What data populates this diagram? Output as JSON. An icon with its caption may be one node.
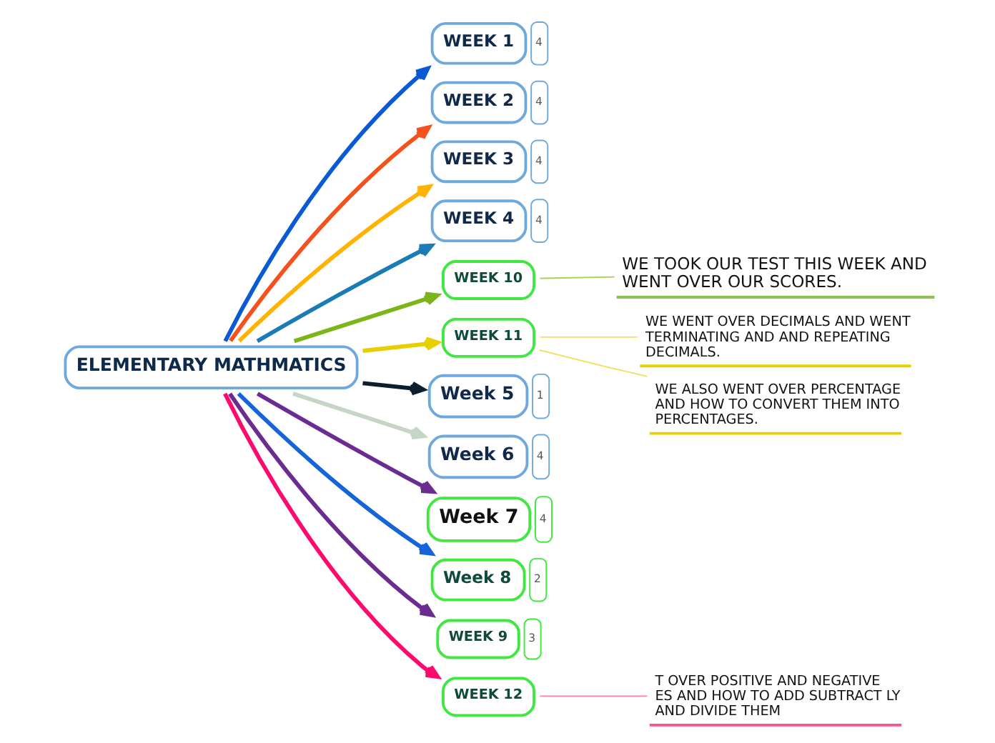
{
  "diagram": {
    "nodes": [
      {
        "text": [
          "ELEMENTARY MATHMATICS"
        ]
      },
      {
        "text": [
          "WEEK 1"
        ],
        "beside": [
          "4"
        ]
      },
      {
        "text": [
          "WEEK 2"
        ],
        "beside": [
          "4"
        ]
      },
      {
        "text": [
          "WEEK 3"
        ],
        "beside": [
          "4"
        ]
      },
      {
        "text": [
          "WEEK 4"
        ],
        "beside": [
          "4"
        ]
      },
      {
        "text": [
          "WEEK 10"
        ]
      },
      {
        "text": [
          "WE TOOK OUR TEST THIS WEEK AND WENT OVER OUR SCORES."
        ]
      },
      {
        "text": [
          "WEEK 11"
        ]
      },
      {
        "text": [
          "WE WENT OVER DECIMALS AND WENT TERMINATING AND AND REPEATING DECIMALS."
        ]
      },
      {
        "text": [
          "WE ALSO WENT OVER PERCENTAGE AND HOW TO CONVERT THEM INTO PERCENTAGES."
        ]
      },
      {
        "text": [
          "Week 5"
        ],
        "beside": [
          "1"
        ]
      },
      {
        "text": [
          "Week 6"
        ],
        "beside": [
          "4"
        ]
      },
      {
        "text": [
          "Week 7"
        ],
        "beside": [
          "4"
        ]
      },
      {
        "text": [
          "Week 8"
        ],
        "beside": [
          "2"
        ]
      },
      {
        "text": [
          "WEEK 9"
        ],
        "beside": [
          "3"
        ]
      },
      {
        "text": [
          "WEEK 12"
        ]
      },
      {
        "text": [
          "T OVER POSITIVE AND NEGATIVE ES AND HOW TO ADD SUBTRACT LY AND DIVIDE THEM"
        ]
      }
    ],
    "edges": [
      {
        "from": 0,
        "to": 1,
        "arrow": "to",
        "color": "#0a5ad6"
      },
      {
        "from": 0,
        "to": 2,
        "arrow": "to",
        "color": "#f4511e"
      },
      {
        "from": 0,
        "to": 3,
        "arrow": "to",
        "color": "#ffb300"
      },
      {
        "from": 0,
        "to": 4,
        "arrow": "to",
        "color": "#1a7bb5"
      },
      {
        "from": 0,
        "to": 5,
        "arrow": "to",
        "color": "#7cb518"
      },
      {
        "from": 5,
        "to": 6,
        "arrow": "none",
        "color": "#a6d34a"
      },
      {
        "from": 0,
        "to": 7,
        "arrow": "to",
        "color": "#e6d000"
      },
      {
        "from": 7,
        "to": 8,
        "arrow": "none",
        "color": "#f0e060"
      },
      {
        "from": 7,
        "to": 9,
        "arrow": "none",
        "color": "#f0e060"
      },
      {
        "from": 0,
        "to": 10,
        "arrow": "to",
        "color": "#0d1f2d"
      },
      {
        "from": 0,
        "to": 11,
        "arrow": "to",
        "color": "#c5d6c5"
      },
      {
        "from": 0,
        "to": 12,
        "arrow": "to",
        "color": "#6b2c91"
      },
      {
        "from": 0,
        "to": 13,
        "arrow": "to",
        "color": "#1565d8"
      },
      {
        "from": 0,
        "to": 14,
        "arrow": "to",
        "color": "#6b2c91"
      },
      {
        "from": 0,
        "to": 15,
        "arrow": "to",
        "color": "#ff0a6c"
      },
      {
        "from": 15,
        "to": 16,
        "arrow": "none",
        "color": "#ff80b0"
      }
    ]
  }
}
